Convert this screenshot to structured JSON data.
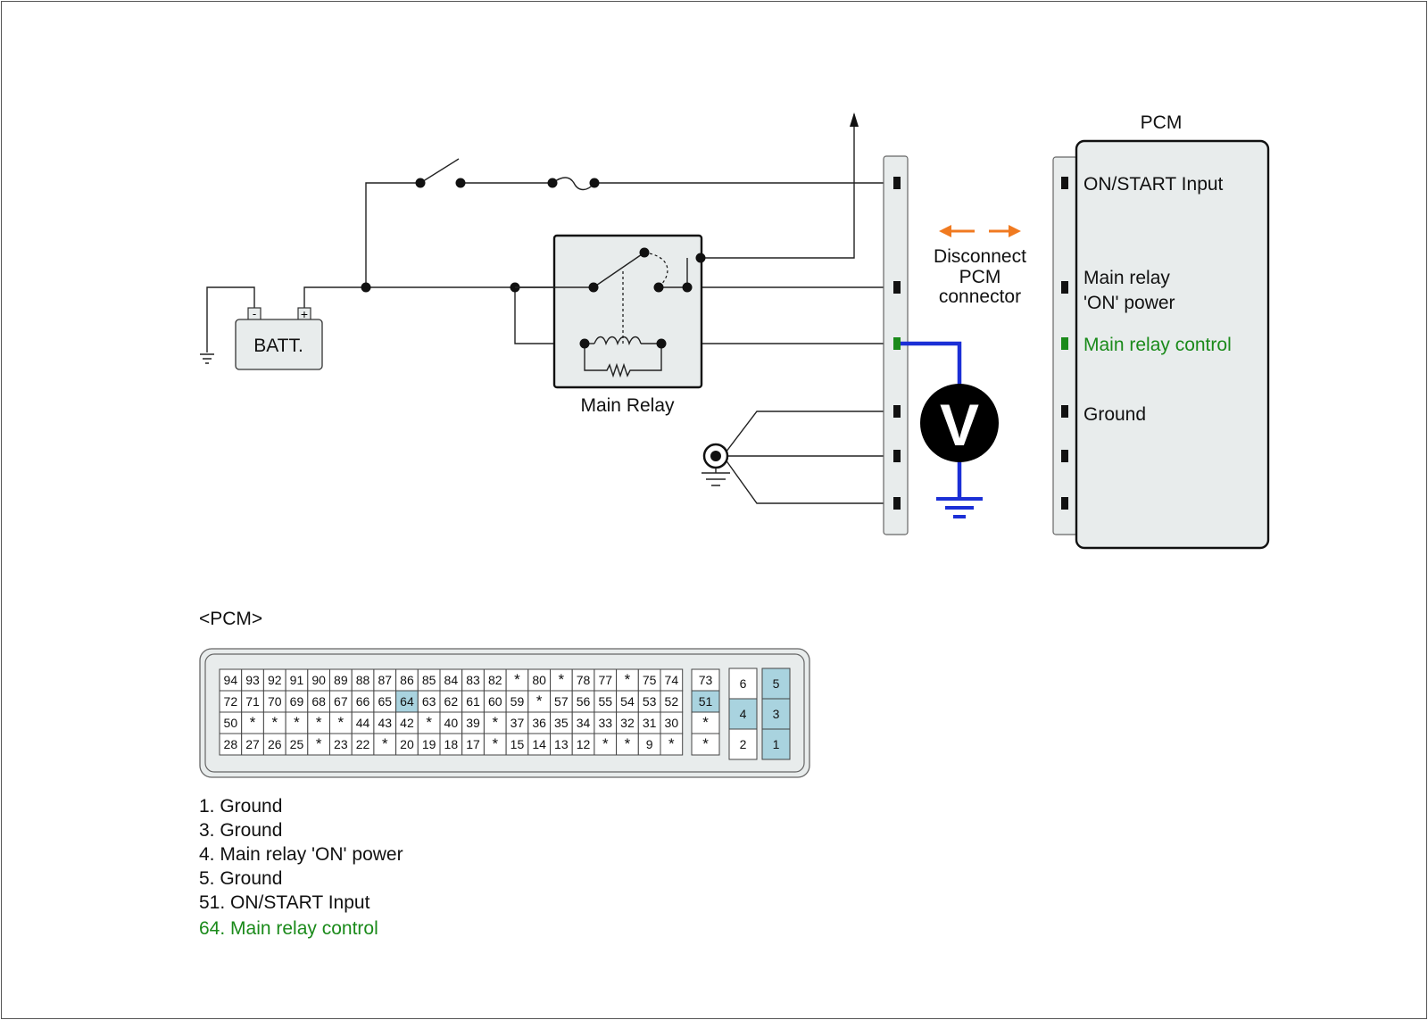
{
  "battery": {
    "label": "BATT.",
    "minus": "-",
    "plus": "+"
  },
  "main_relay": {
    "label": "Main Relay"
  },
  "disconnect_note": [
    "Disconnect",
    "PCM",
    "connector"
  ],
  "voltmeter": {
    "symbol": "V"
  },
  "pcm": {
    "title": "PCM",
    "pins": [
      {
        "lines": [
          "ON/START Input"
        ],
        "highlight": false
      },
      {
        "lines": [
          "Main relay",
          "'ON' power"
        ],
        "highlight": false
      },
      {
        "lines": [
          "Main relay control"
        ],
        "highlight": true
      },
      {
        "lines": [
          "Ground"
        ],
        "highlight": false
      }
    ]
  },
  "connector_view": {
    "title": "<PCM>",
    "main_rows": [
      [
        "94",
        "93",
        "92",
        "91",
        "90",
        "89",
        "88",
        "87",
        "86",
        "85",
        "84",
        "83",
        "82",
        "*",
        "80",
        "*",
        "78",
        "77",
        "*",
        "75",
        "74"
      ],
      [
        "72",
        "71",
        "70",
        "69",
        "68",
        "67",
        "66",
        "65",
        "64",
        "63",
        "62",
        "61",
        "60",
        "59",
        "*",
        "57",
        "56",
        "55",
        "54",
        "53",
        "52"
      ],
      [
        "50",
        "*",
        "*",
        "*",
        "*",
        "*",
        "44",
        "43",
        "42",
        "*",
        "40",
        "39",
        "*",
        "37",
        "36",
        "35",
        "34",
        "33",
        "32",
        "31",
        "30"
      ],
      [
        "28",
        "27",
        "26",
        "25",
        "*",
        "23",
        "22",
        "*",
        "20",
        "19",
        "18",
        "17",
        "*",
        "15",
        "14",
        "13",
        "12",
        "*",
        "*",
        "9",
        "*"
      ]
    ],
    "side_column": [
      "73",
      "51",
      "*",
      "*"
    ],
    "block_a": [
      "6",
      "4",
      "2"
    ],
    "block_b": [
      "5",
      "3",
      "1"
    ],
    "highlighted_pins": [
      "64",
      "51",
      "4",
      "5",
      "3",
      "1"
    ]
  },
  "legend": [
    {
      "text": "1. Ground",
      "highlight": false
    },
    {
      "text": "3. Ground",
      "highlight": false
    },
    {
      "text": "4. Main relay 'ON' power",
      "highlight": false
    },
    {
      "text": "5. Ground",
      "highlight": false
    },
    {
      "text": "51. ON/START Input",
      "highlight": false
    },
    {
      "text": "64. Main relay control",
      "highlight": true
    }
  ],
  "colors": {
    "highlight_text": "#1a8a1a",
    "highlight_cell": "#a9d3df",
    "probe_wire": "#1b2fd6",
    "disconnect_arrows": "#f07a20",
    "panel_fill": "#e8ecec"
  }
}
